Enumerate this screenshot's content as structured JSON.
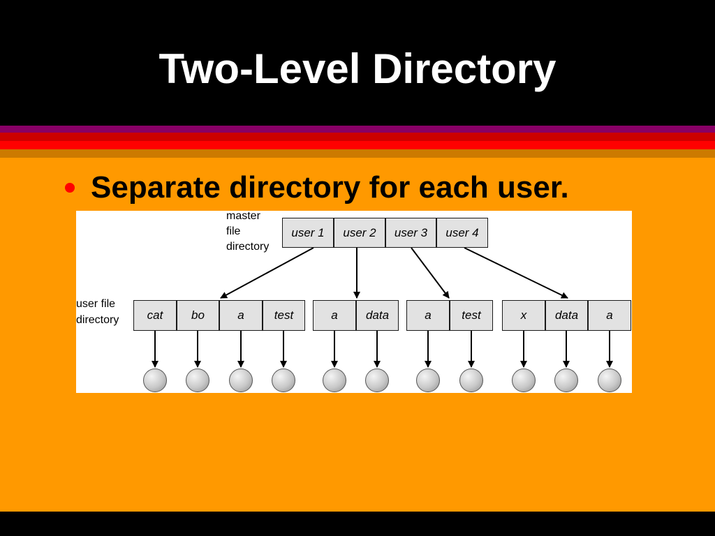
{
  "slide": {
    "title": "Two-Level Directory",
    "bullet": "Separate directory for each user."
  },
  "diagram": {
    "master_label": [
      "master",
      "file",
      "directory"
    ],
    "user_file_label": [
      "user  file",
      "directory"
    ],
    "master_entries": [
      "user 1",
      "user 2",
      "user 3",
      "user 4"
    ],
    "user_directories": [
      {
        "entries": [
          "cat",
          "bo",
          "a",
          "test"
        ]
      },
      {
        "entries": [
          "a",
          "data"
        ]
      },
      {
        "entries": [
          "a",
          "test"
        ]
      },
      {
        "entries": [
          "x",
          "data",
          "a"
        ]
      }
    ]
  },
  "colors": {
    "background": "#ff9900",
    "title_bar": "#000000",
    "bullet": "#ff0000",
    "cell_fill": "#e2e2e2"
  }
}
